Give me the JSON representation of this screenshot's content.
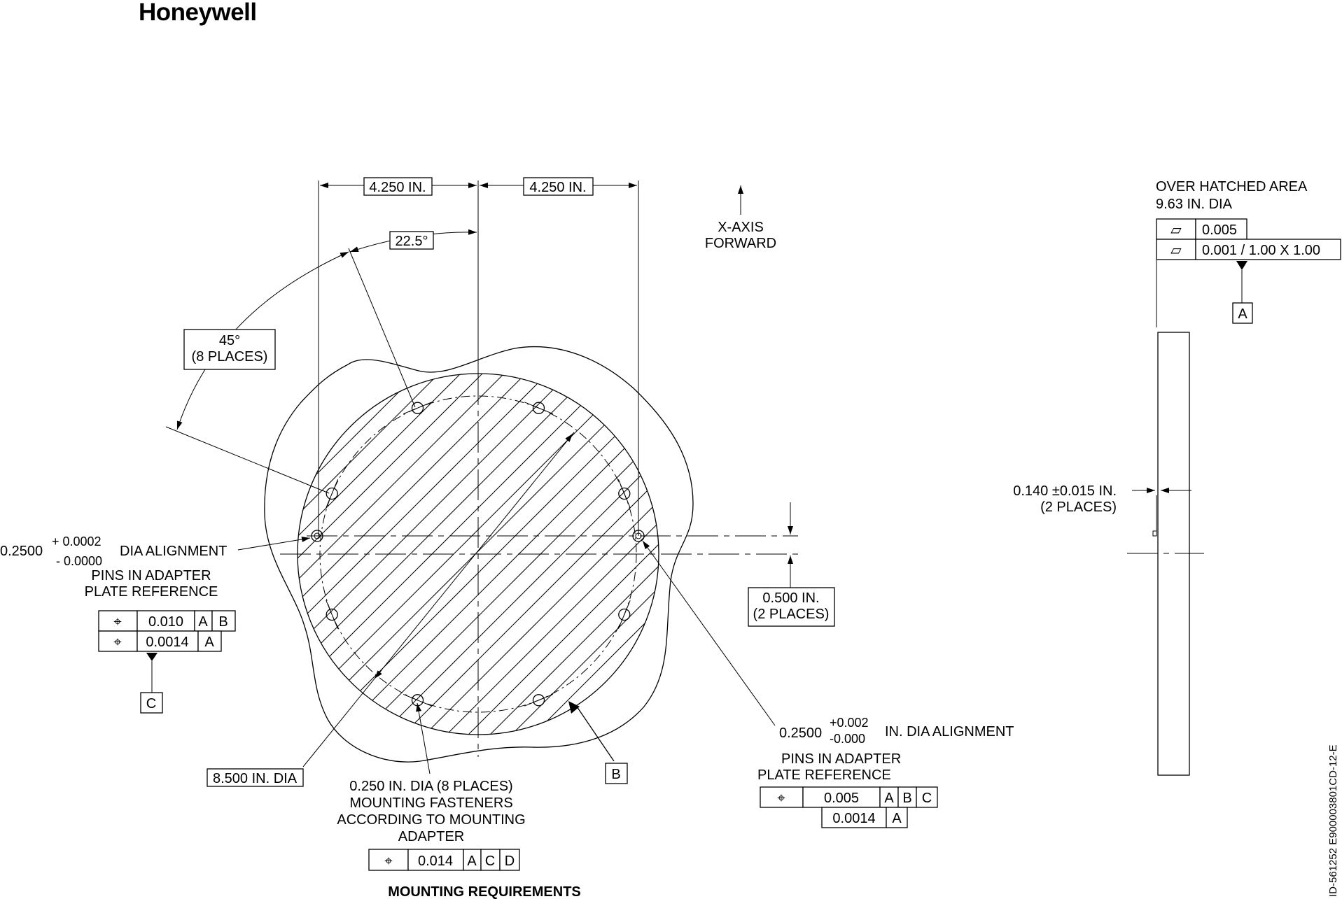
{
  "brand": "Honeywell",
  "figure": {
    "title": "MOUNTING REQUIREMENTS",
    "doc_id": "ID-561252   E900003801CD-12-E"
  },
  "axis": {
    "line1": "X-AXIS",
    "line2": "FORWARD"
  },
  "dims": {
    "half_width_left": "4.250 IN.",
    "half_width_right": "4.250 IN.",
    "angle_offset": "22.5°",
    "angle_spacing_1": "45°",
    "angle_spacing_2": "(8 PLACES)",
    "offset_1": "0.500 IN.",
    "offset_2": "(2 PLACES)",
    "bolt_circle": "8.500 IN. DIA",
    "thickness_1": "0.140 ±0.015 IN.",
    "thickness_2": "(2 PLACES)",
    "hatched_1": "OVER HATCHED AREA",
    "hatched_2": "9.63 IN. DIA"
  },
  "left_pin": {
    "nominal": "0.2500",
    "tol_plus": "+ 0.0002",
    "tol_minus": "- 0.0000",
    "suffix": "DIA ALIGNMENT",
    "ref_1": "PINS IN ADAPTER",
    "ref_2": "PLATE REFERENCE",
    "fcf": [
      {
        "symbol": "⌖",
        "tol": "0.010",
        "datums": [
          "A",
          "B"
        ]
      },
      {
        "symbol": "⌖",
        "tol": "0.0014",
        "datums": [
          "A"
        ]
      }
    ],
    "datum": "C"
  },
  "right_pin": {
    "nominal": "0.2500",
    "tol_plus": "+0.002",
    "tol_minus": "-0.000",
    "suffix": "IN. DIA ALIGNMENT",
    "ref_1": "PINS IN ADAPTER",
    "ref_2": "PLATE REFERENCE",
    "fcf": [
      {
        "symbol": "⌖",
        "tol": "0.005",
        "datums": [
          "A",
          "B",
          "C"
        ]
      },
      {
        "tol": "0.0014",
        "datums": [
          "A"
        ]
      }
    ],
    "datum": "B"
  },
  "fasteners": {
    "line1": "0.250 IN. DIA (8 PLACES)",
    "line2": "MOUNTING FASTENERS",
    "line3": "ACCORDING TO MOUNTING",
    "line4": "ADAPTER",
    "fcf": {
      "symbol": "⌖",
      "tol": "0.014",
      "datums": [
        "A",
        "C",
        "D"
      ]
    }
  },
  "flatness": {
    "rows": [
      {
        "symbol": "▱",
        "tol": "0.005"
      },
      {
        "symbol": "▱",
        "tol": "0.001 / 1.00 X 1.00"
      }
    ],
    "datum": "A"
  }
}
